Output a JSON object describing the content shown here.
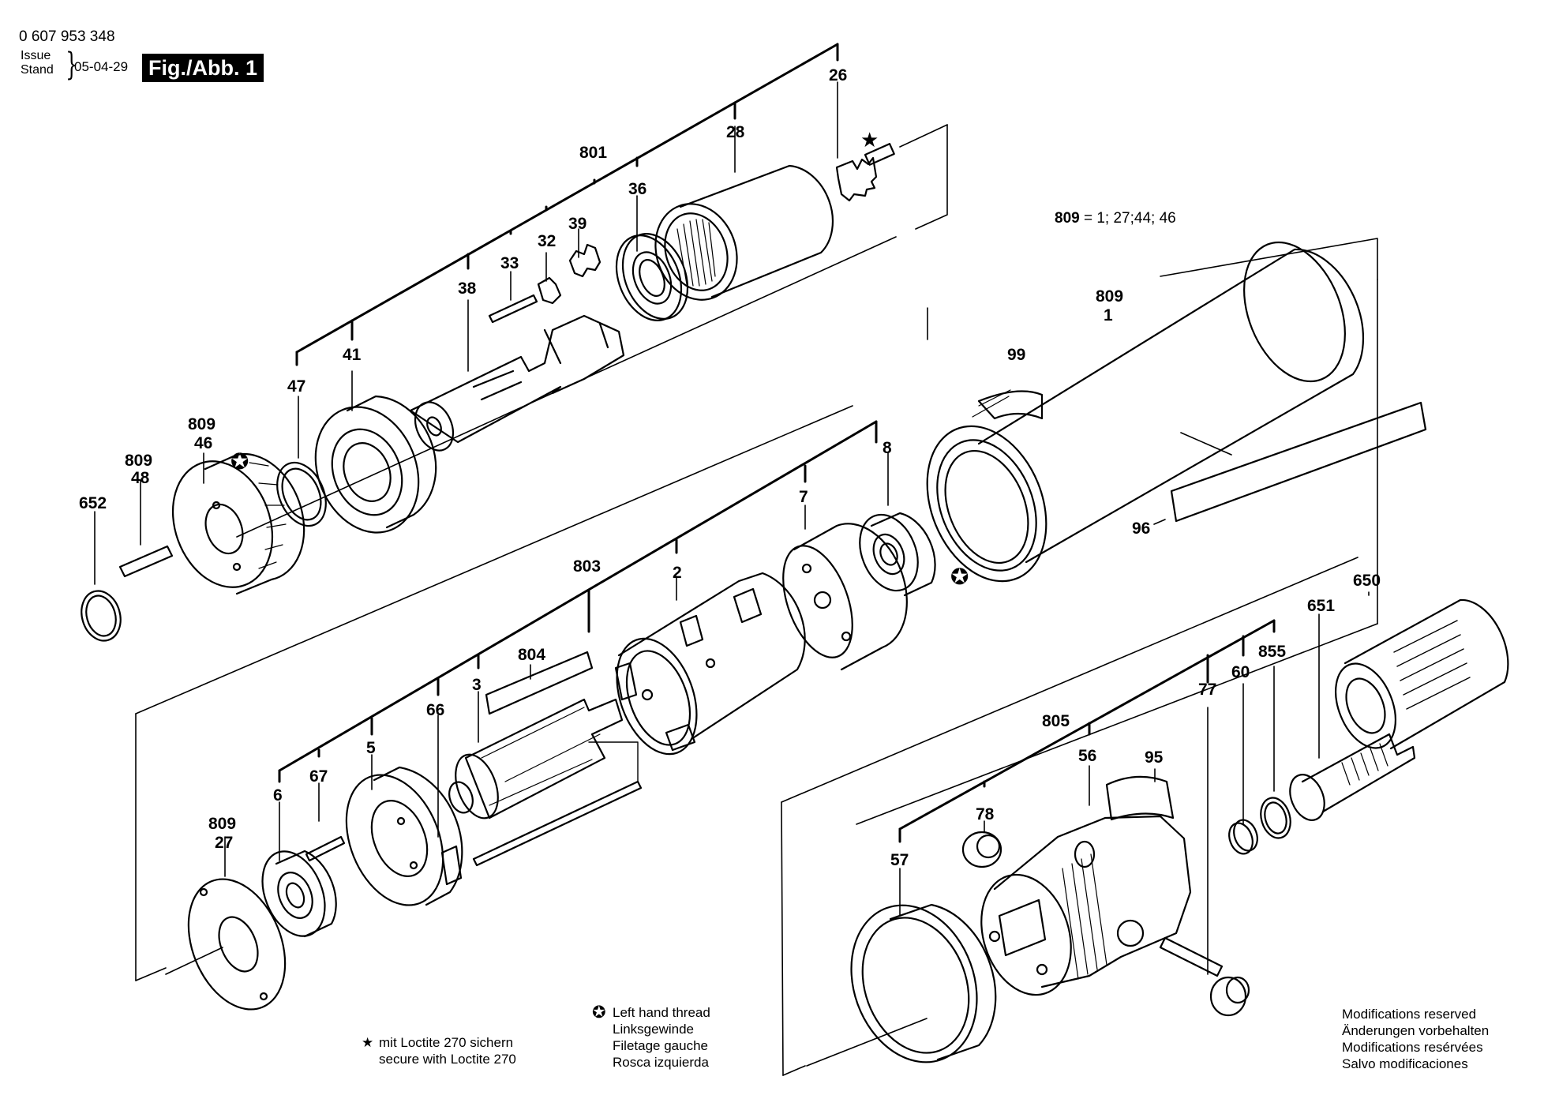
{
  "header": {
    "part_number": "0 607 953 348",
    "issue_label": "Issue",
    "stand_label": "Stand",
    "date": "05-04-29",
    "figure": "Fig./Abb. 1"
  },
  "kit_note": {
    "number": "809",
    "text": " = 1; 27;44; 46"
  },
  "legend_loctite": {
    "symbol": "★",
    "lines": [
      "mit Loctite 270 sichern",
      "secure with Loctite 270"
    ]
  },
  "legend_thread": {
    "symbol": "✪",
    "lines": [
      "Left hand thread",
      "Linksgewinde",
      "Filetage gauche",
      "Rosca izquierda"
    ]
  },
  "legend_modifications": {
    "lines": [
      "Modifications reserved",
      "Änderungen vorbehalten",
      "Modifications resérvées",
      "Salvo modificaciones"
    ]
  },
  "callouts": [
    {
      "id": "c26",
      "text": "26"
    },
    {
      "id": "c28",
      "text": "28"
    },
    {
      "id": "c801",
      "text": "801"
    },
    {
      "id": "c36",
      "text": "36"
    },
    {
      "id": "c39",
      "text": "39"
    },
    {
      "id": "c32",
      "text": "32"
    },
    {
      "id": "c33",
      "text": "33"
    },
    {
      "id": "c38",
      "text": "38"
    },
    {
      "id": "c41",
      "text": "41"
    },
    {
      "id": "c47",
      "text": "47"
    },
    {
      "id": "c809a",
      "text": "809"
    },
    {
      "id": "c46",
      "text": "46"
    },
    {
      "id": "c809b",
      "text": "809"
    },
    {
      "id": "c48",
      "text": "48"
    },
    {
      "id": "c652",
      "text": "652"
    },
    {
      "id": "c809c",
      "text": "809"
    },
    {
      "id": "c1",
      "text": "1"
    },
    {
      "id": "c99",
      "text": "99"
    },
    {
      "id": "c96",
      "text": "96"
    },
    {
      "id": "c8",
      "text": "8"
    },
    {
      "id": "c7",
      "text": "7"
    },
    {
      "id": "c803",
      "text": "803"
    },
    {
      "id": "c2",
      "text": "2"
    },
    {
      "id": "c804",
      "text": "804"
    },
    {
      "id": "c3",
      "text": "3"
    },
    {
      "id": "c66",
      "text": "66"
    },
    {
      "id": "c5",
      "text": "5"
    },
    {
      "id": "c67",
      "text": "67"
    },
    {
      "id": "c6",
      "text": "6"
    },
    {
      "id": "c809d",
      "text": "809"
    },
    {
      "id": "c27",
      "text": "27"
    },
    {
      "id": "c650",
      "text": "650"
    },
    {
      "id": "c651",
      "text": "651"
    },
    {
      "id": "c855",
      "text": "855"
    },
    {
      "id": "c60",
      "text": "60"
    },
    {
      "id": "c77",
      "text": "77"
    },
    {
      "id": "c805",
      "text": "805"
    },
    {
      "id": "c56",
      "text": "56"
    },
    {
      "id": "c95",
      "text": "95"
    },
    {
      "id": "c78",
      "text": "78"
    },
    {
      "id": "c57",
      "text": "57"
    }
  ],
  "symbols": {
    "star": "★",
    "left_thread": "✪"
  }
}
